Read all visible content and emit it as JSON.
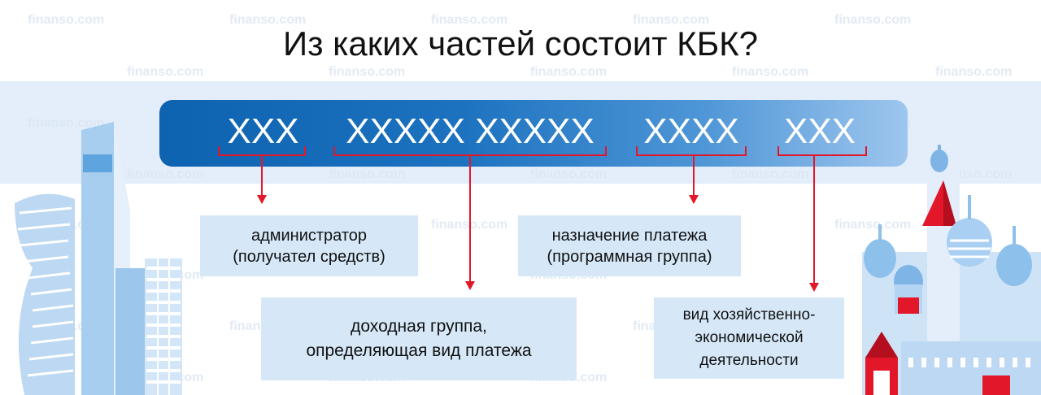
{
  "title": "Из каких частей состоит КБК?",
  "watermark": "finanso.com",
  "code_segments": [
    {
      "text": "XXX"
    },
    {
      "text": "XXXXX XXXXX"
    },
    {
      "text": "XXXX"
    },
    {
      "text": "XXX"
    }
  ],
  "boxes": {
    "admin": {
      "line1": "администратор",
      "line2": "(получател средств)"
    },
    "purpose": {
      "line1": "назначение платежа",
      "line2": "(программная группа)"
    },
    "income": {
      "line1": "доходная группа,",
      "line2": "определяющая вид платежа"
    },
    "activity": {
      "line1": "вид хозяйственно-",
      "line2": "экономической",
      "line3": "деятельности"
    }
  },
  "colors": {
    "accent": "#e3172a",
    "bar_start": "#0d63b0",
    "bar_end": "#9ec6ee",
    "box_bg": "#d6e8f8",
    "band_bg": "#e3eefa"
  },
  "illustrations": {
    "left": "skyscrapers-illustration",
    "right": "cathedral-illustration"
  }
}
